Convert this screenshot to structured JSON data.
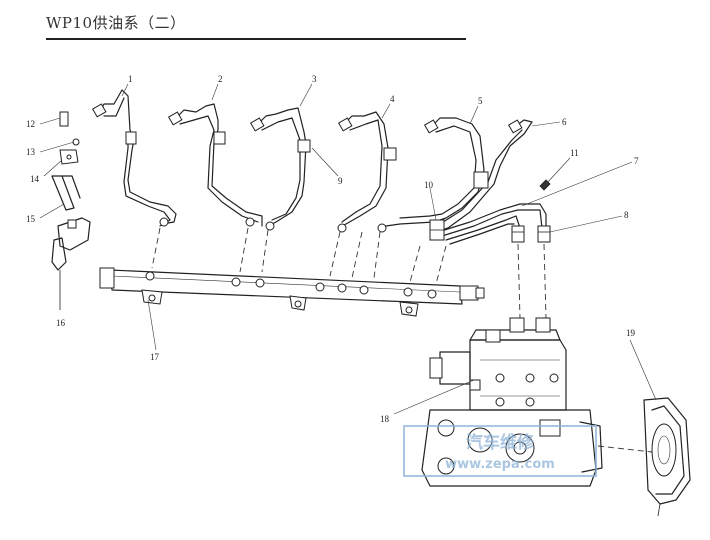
{
  "header": {
    "title": "WP10供油系（二）"
  },
  "watermark": {
    "top": "汽车维修",
    "bottom": "www.zepa.com",
    "color": "#8fb3d8"
  },
  "callouts": [
    "1",
    "2",
    "3",
    "4",
    "5",
    "6",
    "7",
    "8",
    "9",
    "10",
    "11",
    "12",
    "13",
    "14",
    "15",
    "16",
    "17",
    "18",
    "19"
  ]
}
